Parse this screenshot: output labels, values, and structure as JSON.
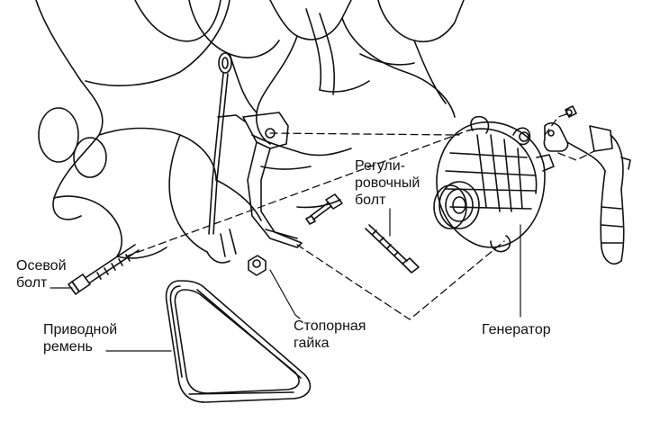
{
  "labels": {
    "pivot_bolt": [
      "Осевой",
      "болт"
    ],
    "drive_belt": [
      "Приводной",
      "ремень"
    ],
    "adjusting_bolt": [
      "Регули-",
      "ровочный",
      "болт"
    ],
    "lock_nut": [
      "Стопорная",
      "гайка"
    ],
    "alternator": [
      "Генератор"
    ]
  },
  "colors": {
    "ink": "#111111",
    "background": "#ffffff"
  }
}
